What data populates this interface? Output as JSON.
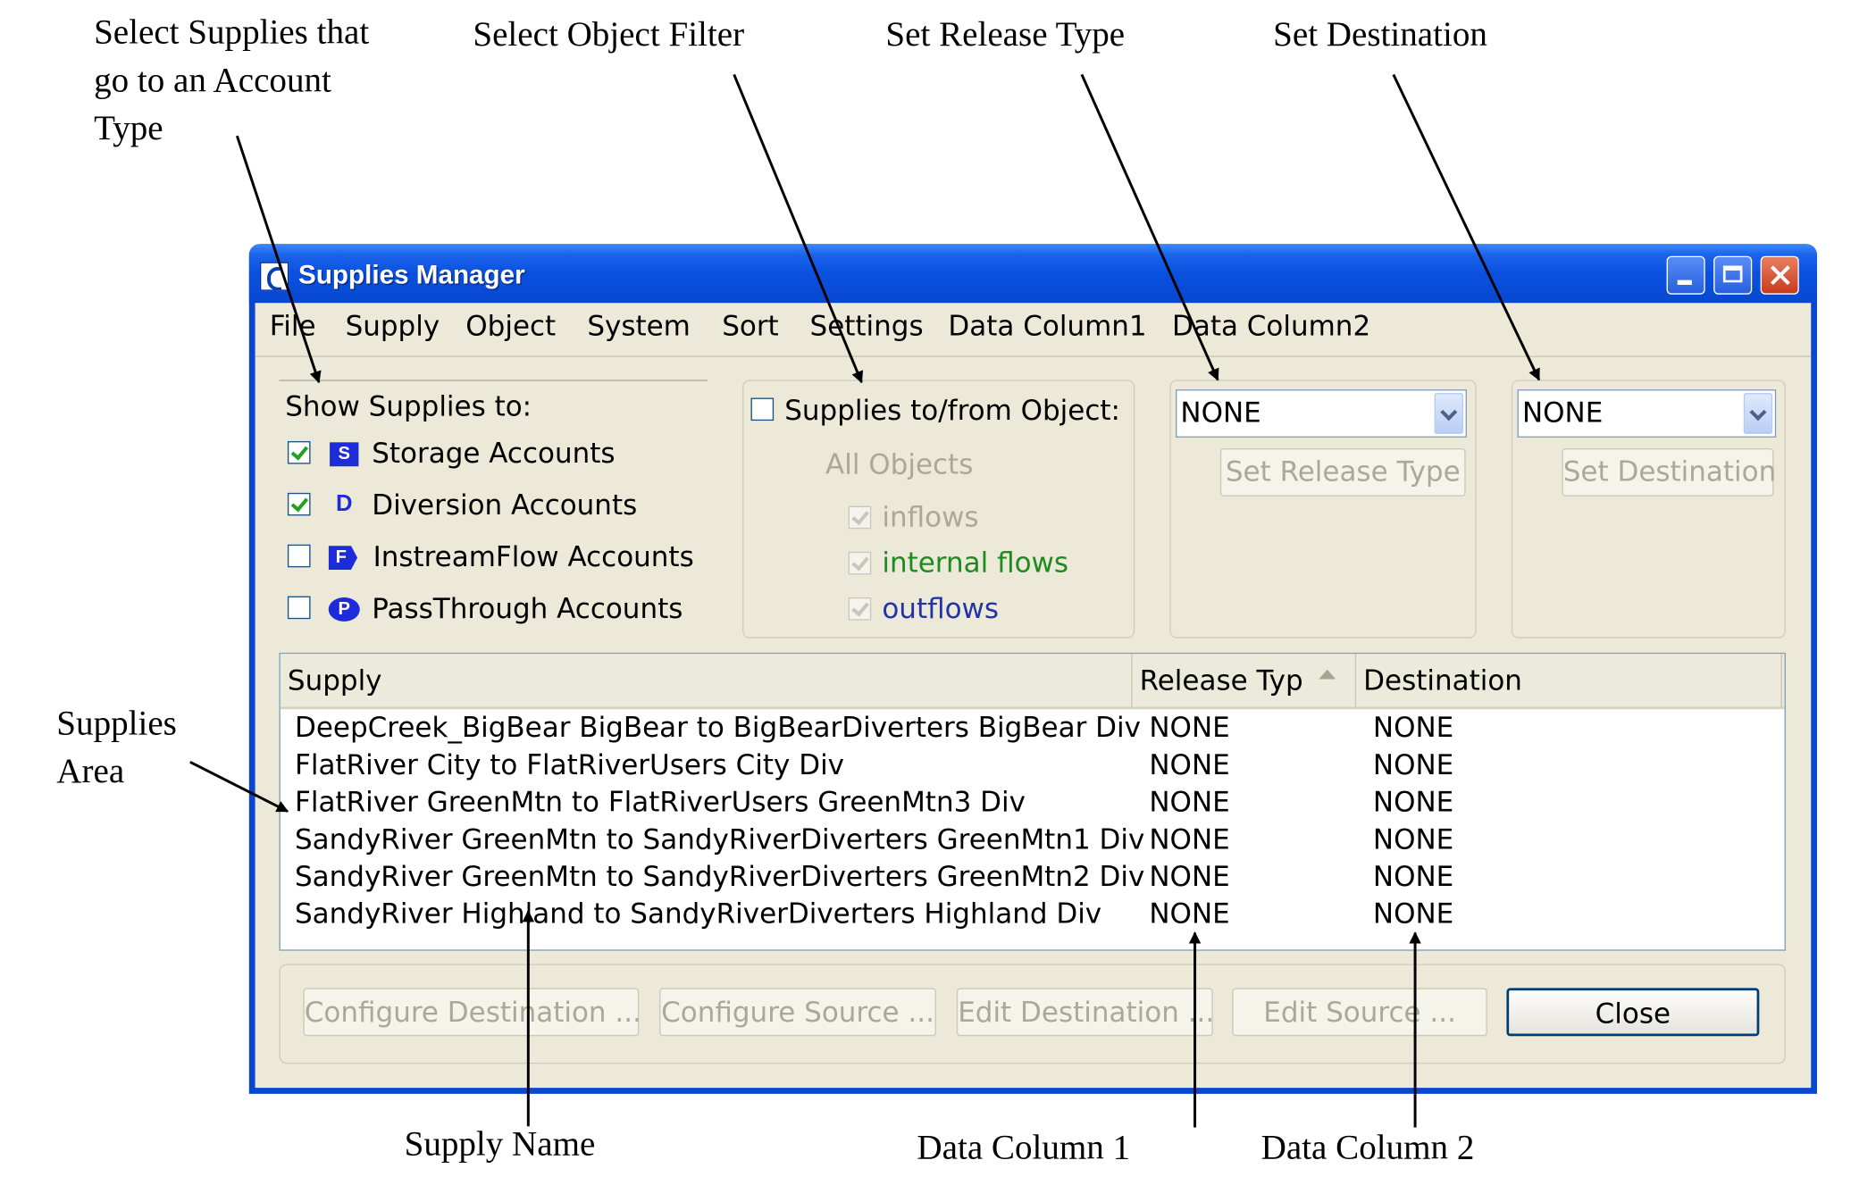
{
  "annotations": {
    "account_type_l1": "Select Supplies that",
    "account_type_l2": "go to an Account",
    "account_type_l3": "Type",
    "object_filter": "Select Object Filter",
    "release_type": "Set Release Type",
    "destination": "Set Destination",
    "supplies_area_l1": "Supplies",
    "supplies_area_l2": "Area",
    "supply_name": "Supply Name",
    "data_column_1": "Data Column 1",
    "data_column_2": "Data Column 2"
  },
  "window": {
    "title": "Supplies Manager",
    "icon": "app-logo-icon",
    "controls": [
      "minimize-icon",
      "maximize-icon",
      "close-icon"
    ]
  },
  "menu": [
    "File",
    "Supply",
    "Object",
    "System",
    "Sort",
    "Settings",
    "Data Column1",
    "Data Column2"
  ],
  "show_supplies": {
    "heading": "Show Supplies to:",
    "items": [
      {
        "label": "Storage Accounts",
        "checked": true,
        "badge": "S"
      },
      {
        "label": "Diversion Accounts",
        "checked": true,
        "badge": "D"
      },
      {
        "label": "InstreamFlow Accounts",
        "checked": false,
        "badge": "F"
      },
      {
        "label": "PassThrough Accounts",
        "checked": false,
        "badge": "P"
      }
    ]
  },
  "object_filter": {
    "checkbox_label": "Supplies to/from Object:",
    "checked": false,
    "all_objects": "All Objects",
    "options": [
      {
        "label": "inflows",
        "color": "#aca899"
      },
      {
        "label": "internal flows",
        "color": "#1f8a1f"
      },
      {
        "label": "outflows",
        "color": "#2233aa"
      }
    ]
  },
  "release_type": {
    "selected": "NONE",
    "button": "Set Release Type"
  },
  "destination": {
    "selected": "NONE",
    "button": "Set Destination"
  },
  "table": {
    "columns": [
      "Supply",
      "Release Typ",
      "Destination"
    ],
    "rows": [
      [
        "DeepCreek_BigBear BigBear to BigBearDiverters BigBear Div",
        "NONE",
        "NONE"
      ],
      [
        "FlatRiver City to FlatRiverUsers City Div",
        "NONE",
        "NONE"
      ],
      [
        "FlatRiver GreenMtn to FlatRiverUsers GreenMtn3 Div",
        "NONE",
        "NONE"
      ],
      [
        "SandyRiver GreenMtn to SandyRiverDiverters GreenMtn1 Div",
        "NONE",
        "NONE"
      ],
      [
        "SandyRiver GreenMtn to SandyRiverDiverters GreenMtn2 Div",
        "NONE",
        "NONE"
      ],
      [
        "SandyRiver Highland to SandyRiverDiverters Highland Div",
        "NONE",
        "NONE"
      ]
    ]
  },
  "buttons": [
    "Configure Destination ...",
    "Configure Source ...",
    "Edit Destination ...",
    "Edit Source ...",
    "Close"
  ]
}
